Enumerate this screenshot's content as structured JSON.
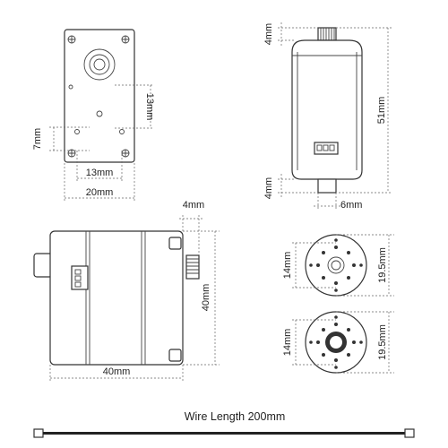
{
  "top_view": {
    "dim_13mm_vertical": "13mm",
    "dim_7mm": "7mm",
    "dim_13mm_horizontal": "13mm",
    "dim_20mm": "20mm"
  },
  "side_view": {
    "dim_4mm_top": "4mm",
    "dim_51mm": "51mm",
    "dim_4mm_bottom": "4mm",
    "dim_6mm": "6mm"
  },
  "front_view": {
    "dim_4mm": "4mm",
    "dim_40mm_height": "40mm",
    "dim_40mm_width": "40mm"
  },
  "horn_small_hub": {
    "dim_14mm": "14mm",
    "dim_19_5mm": "19.5mm"
  },
  "horn_large_hub": {
    "dim_14mm": "14mm",
    "dim_19_5mm": "19.5mm"
  },
  "wire": {
    "label": "Wire Length 200mm"
  }
}
